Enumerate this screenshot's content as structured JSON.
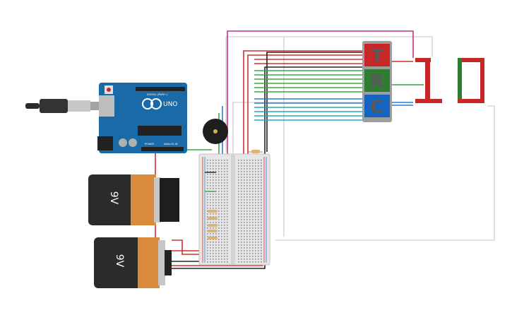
{
  "board": {
    "brand": "UNO",
    "digital_label": "DIGITAL (PWM~)",
    "power_label": "POWER",
    "analog_label": "ANALOG IN"
  },
  "batteries": [
    {
      "label": "9V"
    },
    {
      "label": "9V"
    }
  ],
  "matrices": [
    {
      "glyph": "T",
      "color": "#c62828"
    },
    {
      "glyph": "R",
      "color": "#2e7d32"
    },
    {
      "glyph": "C",
      "color": "#1565c0"
    }
  ],
  "segment_display": {
    "digits": "10",
    "color": "#c62828"
  },
  "colors": {
    "board": "#1a6aa8",
    "breadboard": "#e6e6e6",
    "battery_body": "#2b2b2b",
    "battery_cap": "#d98a3a",
    "wire_red": "#d0312d",
    "wire_green": "#3aa844",
    "wire_blue": "#2f7bd6",
    "wire_teal": "#26a6c4",
    "wire_magenta": "#c2337f",
    "wire_black": "#222222",
    "wire_white": "#d9d9d9"
  },
  "icons": [
    "usb-cable-icon",
    "buzzer-icon",
    "resistor-icon"
  ]
}
